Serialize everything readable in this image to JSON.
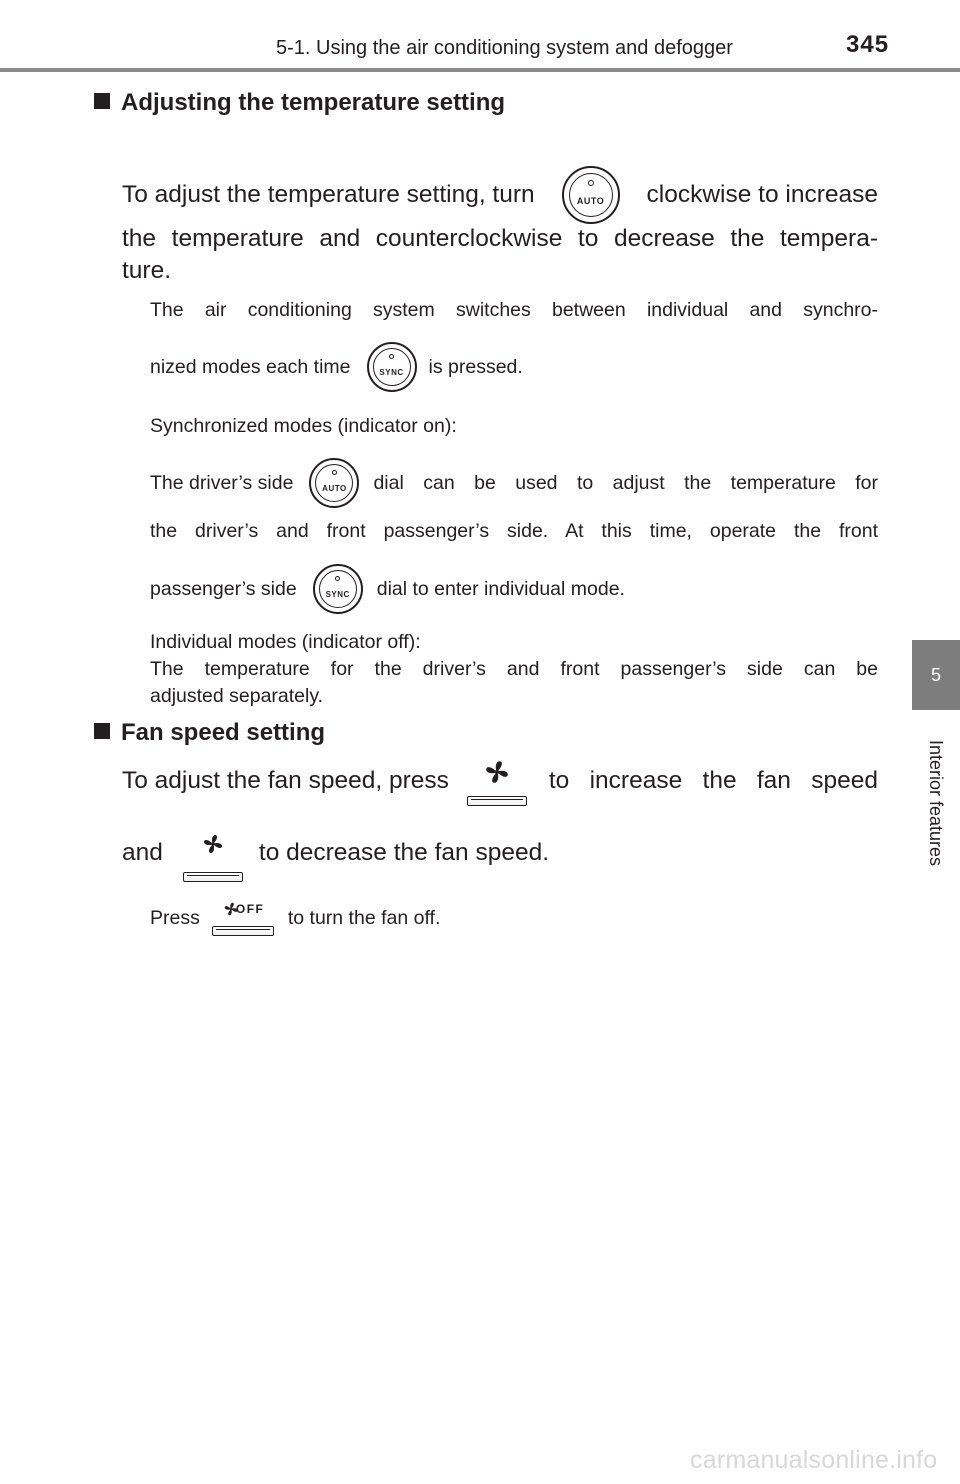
{
  "header": {
    "section_title": "5-1. Using the air conditioning system and defogger",
    "page_number": "345"
  },
  "side_tab": {
    "chapter_number": "5",
    "chapter_label": "Interior features"
  },
  "temperature": {
    "heading": "Adjusting the temperature setting",
    "line1_before": "To adjust the temperature setting, turn",
    "line1_after": "clockwise to increase",
    "line2": "the temperature and counterclockwise to decrease the tempera-",
    "line3": "ture.",
    "note1_line1": "The air conditioning system switches between individual and synchro-",
    "note1_line2_before": "nized modes each time",
    "note1_line2_after": "is pressed.",
    "sync_heading": "Synchronized modes (indicator on):",
    "sync_line1_before": "The driver’s side",
    "sync_line1_after": "dial can be used to adjust the temperature for",
    "sync_line2": "the driver’s and front passenger’s side. At this time, operate the front",
    "sync_line3_before": "passenger’s side",
    "sync_line3_after": "dial to enter individual mode.",
    "indiv_heading": "Individual modes (indicator off):",
    "indiv_line1": "The temperature for the driver’s and front passenger’s side can be",
    "indiv_line2": "adjusted separately."
  },
  "fan": {
    "heading": "Fan speed setting",
    "line1_before": "To adjust the fan speed, press",
    "line1_after": "to increase the fan speed",
    "line2_before": "and",
    "line2_after": "to decrease the fan speed.",
    "note_before": "Press",
    "note_after": "to turn the fan off."
  },
  "icons": {
    "auto_dial_label": "AUTO",
    "sync_dial_label": "SYNC",
    "fan_off_label": "OFF"
  },
  "watermark": "carmanualsonline.info"
}
